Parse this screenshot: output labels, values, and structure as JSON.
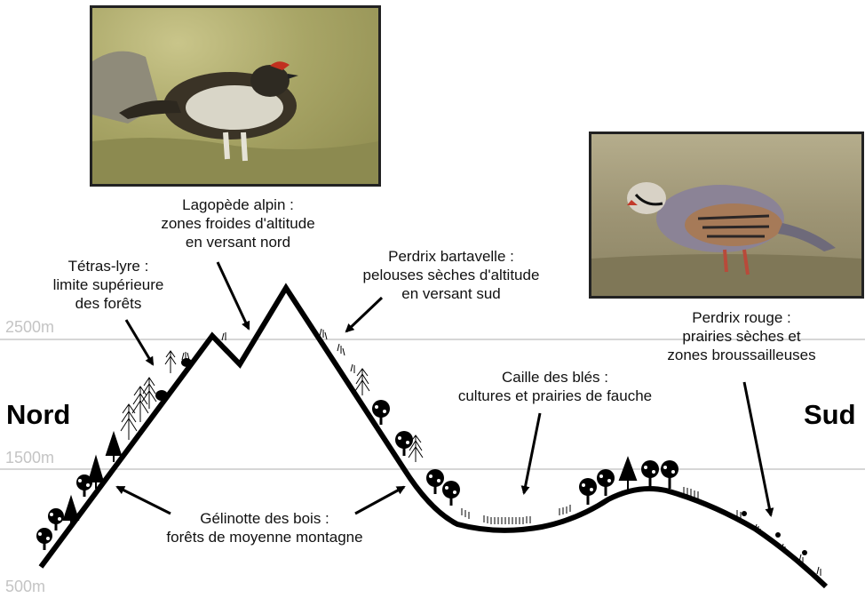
{
  "altitudes": {
    "high": "2500m",
    "mid": "1500m",
    "low": "500m"
  },
  "directions": {
    "north": "Nord",
    "south": "Sud"
  },
  "labels": {
    "lagopede": {
      "name": "Lagopède alpin :",
      "line2": "zones froides d'altitude",
      "line3": "en versant nord"
    },
    "tetras": {
      "name": "Tétras-lyre :",
      "line2": "limite supérieure",
      "line3": "des forêts"
    },
    "bartavelle": {
      "name": "Perdrix bartavelle :",
      "line2": "pelouses sèches d'altitude",
      "line3": "en versant sud"
    },
    "perdrix_rouge": {
      "name": "Perdrix rouge :",
      "line2": "prairies sèches et",
      "line3": "zones broussailleuses"
    },
    "caille": {
      "name": "Caille des blés :",
      "line2": "cultures et prairies de fauche"
    },
    "gelinotte": {
      "name": "Gélinotte des bois :",
      "line2": "forêts de moyenne montagne"
    }
  },
  "photos": {
    "top": "ptarmigan-photo",
    "right": "red-legged-partridge-photo"
  },
  "colors": {
    "terrain": "#000000",
    "altitude_line": "#c8c8c8",
    "altitude_text": "#c4c4c4"
  }
}
